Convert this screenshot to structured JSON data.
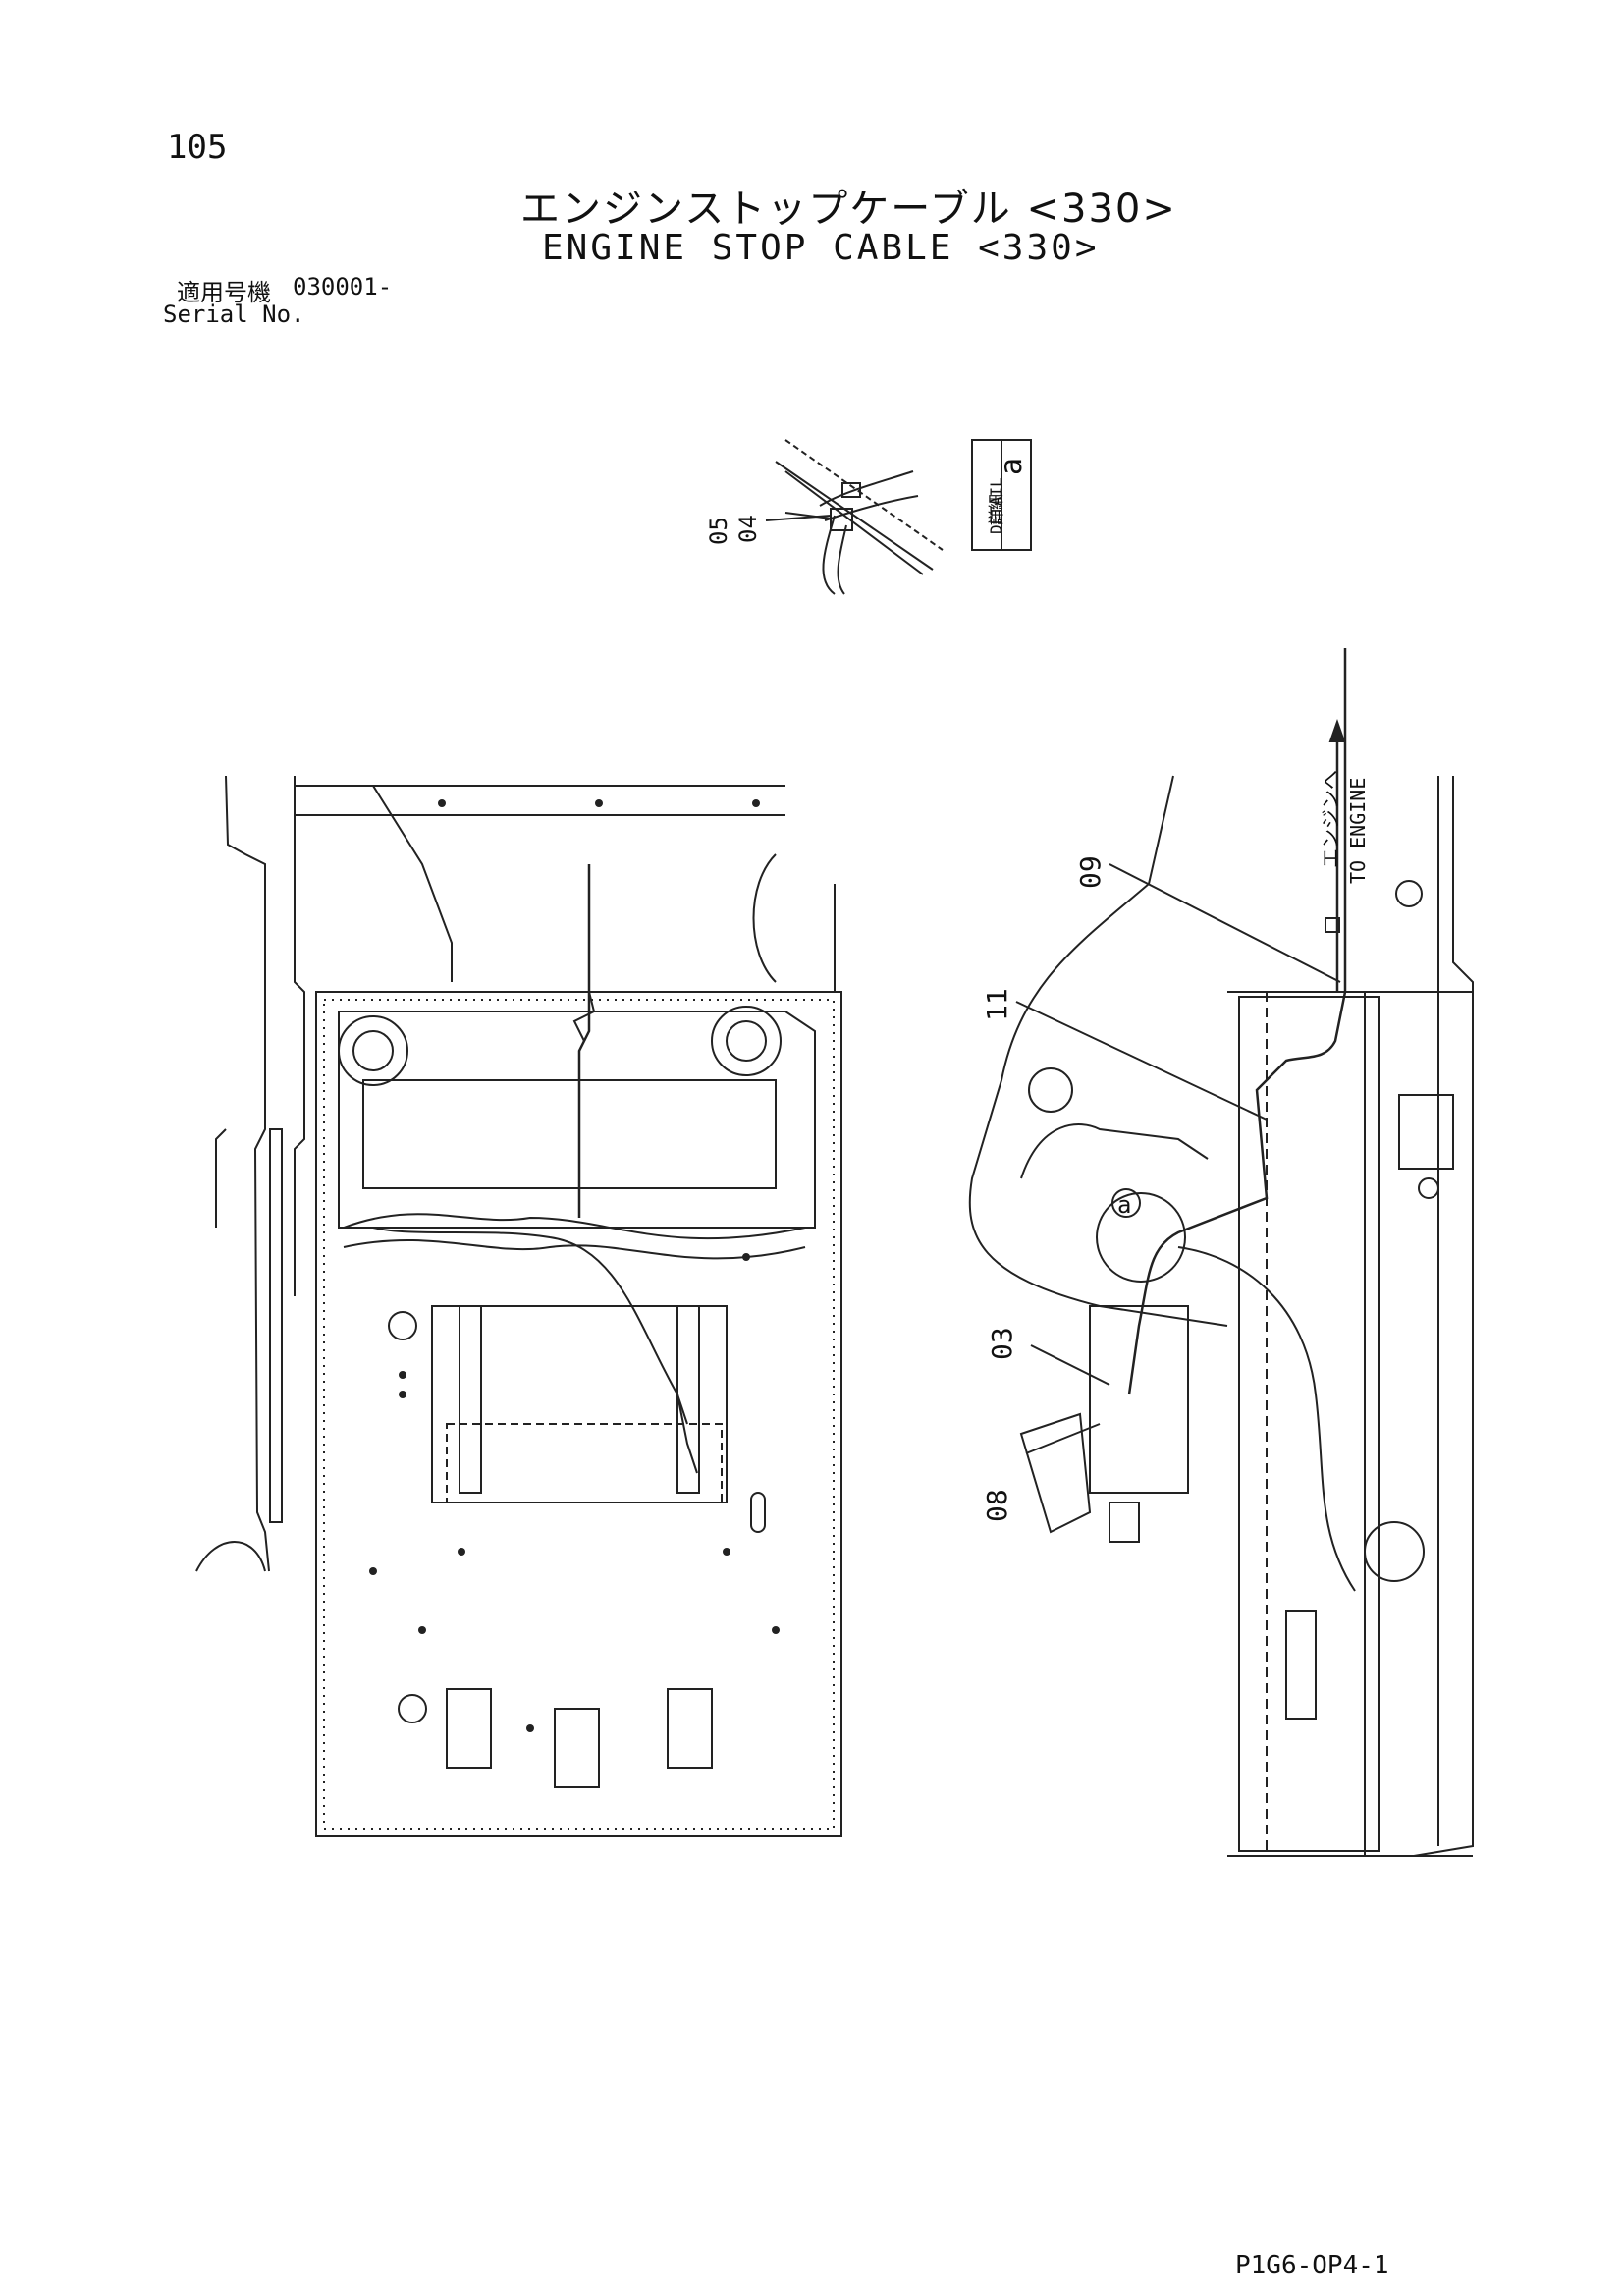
{
  "page_number": "105",
  "title": {
    "jp": "エンジンストップケーブル <330>",
    "en": "ENGINE STOP CABLE <330>"
  },
  "serial": {
    "label_jp": "適用号機",
    "value": "030001-",
    "label_en": "Serial No."
  },
  "detail": {
    "label_jp": "詳細",
    "label_en": "DETAIL",
    "letter": "a",
    "parts": [
      "05",
      "04"
    ]
  },
  "callouts": {
    "left_view": [],
    "right_view": [
      "09",
      "11",
      "03",
      "08"
    ],
    "detail_marker": "a"
  },
  "direction_label": {
    "jp": "エンジンへ",
    "en": "TO ENGINE"
  },
  "footer_code": "P1G6-OP4-1"
}
